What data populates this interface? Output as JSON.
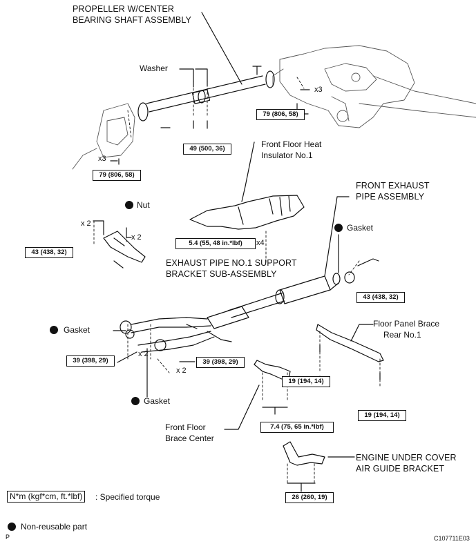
{
  "labels": {
    "propeller_1": "PROPELLER W/CENTER",
    "propeller_2": "BEARING SHAFT ASSEMBLY",
    "washer": "Washer",
    "heat_ins_1": "Front Floor Heat",
    "heat_ins_2": "Insulator No.1",
    "nut": "Nut",
    "front_exhaust_1": "FRONT EXHAUST",
    "front_exhaust_2": "PIPE ASSEMBLY",
    "gasket": "Gasket",
    "support_1": "EXHAUST PIPE NO.1 SUPPORT",
    "support_2": "BRACKET SUB-ASSEMBLY",
    "floor_brace_1": "Floor Panel Brace",
    "floor_brace_2": "Rear No.1",
    "brace_center_1": "Front Floor",
    "brace_center_2": "Brace Center",
    "engine_cover_1": "ENGINE UNDER COVER",
    "engine_cover_2": "AIR GUIDE BRACKET"
  },
  "quantities": {
    "x3": "x3",
    "x2": "x 2",
    "x4": "x4"
  },
  "torques": {
    "t79": "79 (806, 58)",
    "t49": "49 (500, 36)",
    "t54": "5.4 (55, 48 in.*lbf)",
    "t43": "43 (438, 32)",
    "t39": "39 (398, 29)",
    "t19": "19 (194, 14)",
    "t74": "7.4 (75, 65 in.*lbf)",
    "t26": "26 (260, 19)"
  },
  "legend": {
    "torque_unit": "N*m (kgf*cm, ft.*lbf)",
    "torque_desc": ": Specified torque",
    "nonreusable": "Non-reusable part"
  },
  "footer": {
    "left_mark": "P",
    "figure_id": "C107711E03"
  },
  "colors": {
    "ink": "#111111",
    "background": "#ffffff"
  }
}
